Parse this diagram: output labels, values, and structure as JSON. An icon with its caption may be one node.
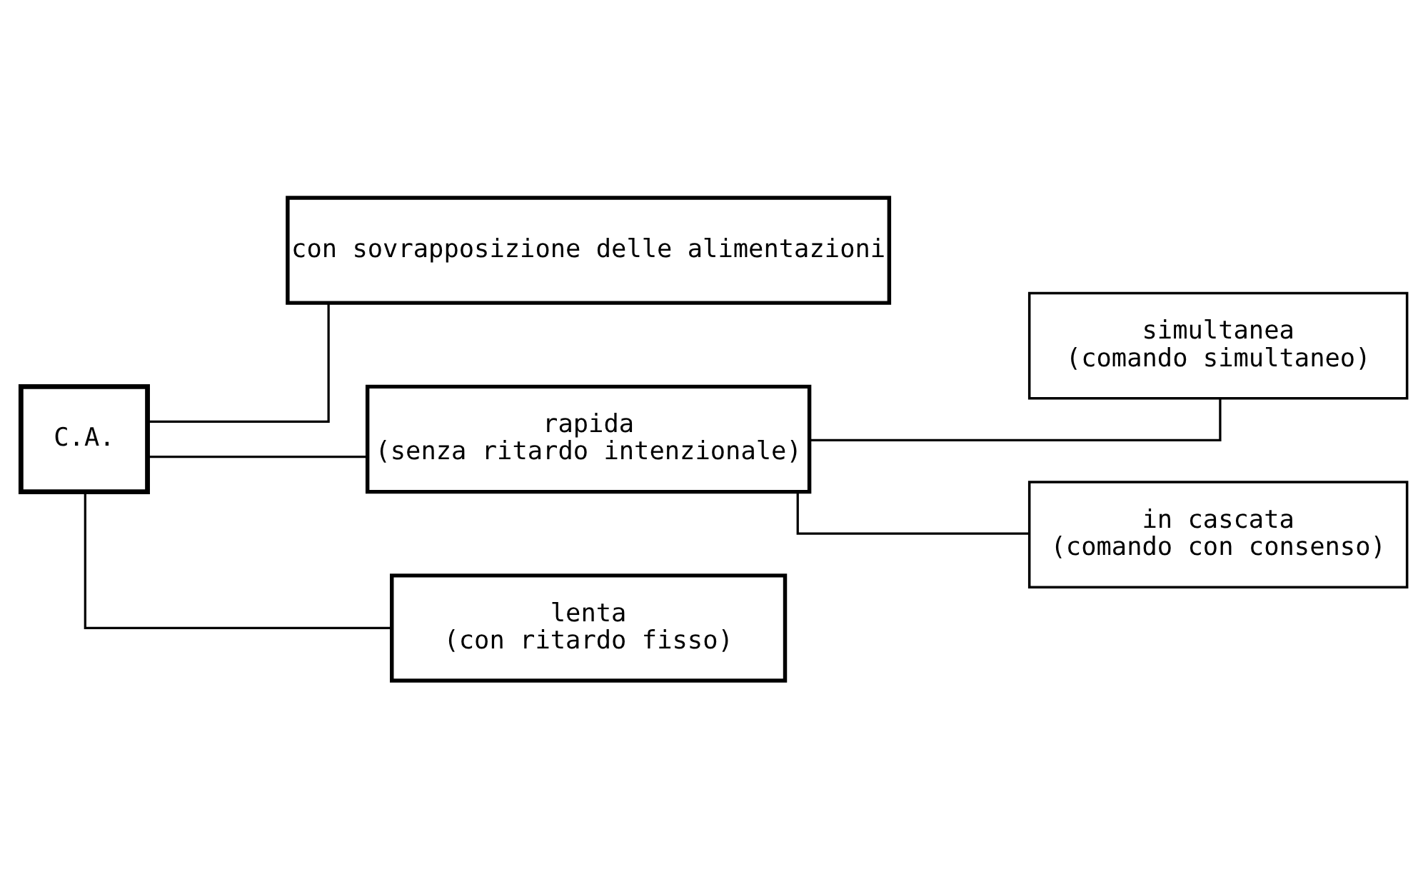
{
  "diagram": {
    "nodes": [
      {
        "text": [
          "C.A."
        ]
      },
      {
        "text": [
          "con sovrapposizione delle alimentazioni"
        ]
      },
      {
        "text": [
          "rapida",
          "(senza ritardo intenzionale)"
        ]
      },
      {
        "text": [
          "lenta",
          "(con ritardo fisso)"
        ]
      },
      {
        "text": [
          "simultanea",
          "(comando simultaneo)"
        ]
      },
      {
        "text": [
          "in cascata",
          "(comando con consenso)"
        ]
      }
    ],
    "edges": [
      {
        "from": 0,
        "to": 1,
        "arrow": "none"
      },
      {
        "from": 0,
        "to": 2,
        "arrow": "none"
      },
      {
        "from": 0,
        "to": 3,
        "arrow": "none"
      },
      {
        "from": 2,
        "to": 4,
        "arrow": "none"
      },
      {
        "from": 2,
        "to": 5,
        "arrow": "none"
      }
    ]
  }
}
